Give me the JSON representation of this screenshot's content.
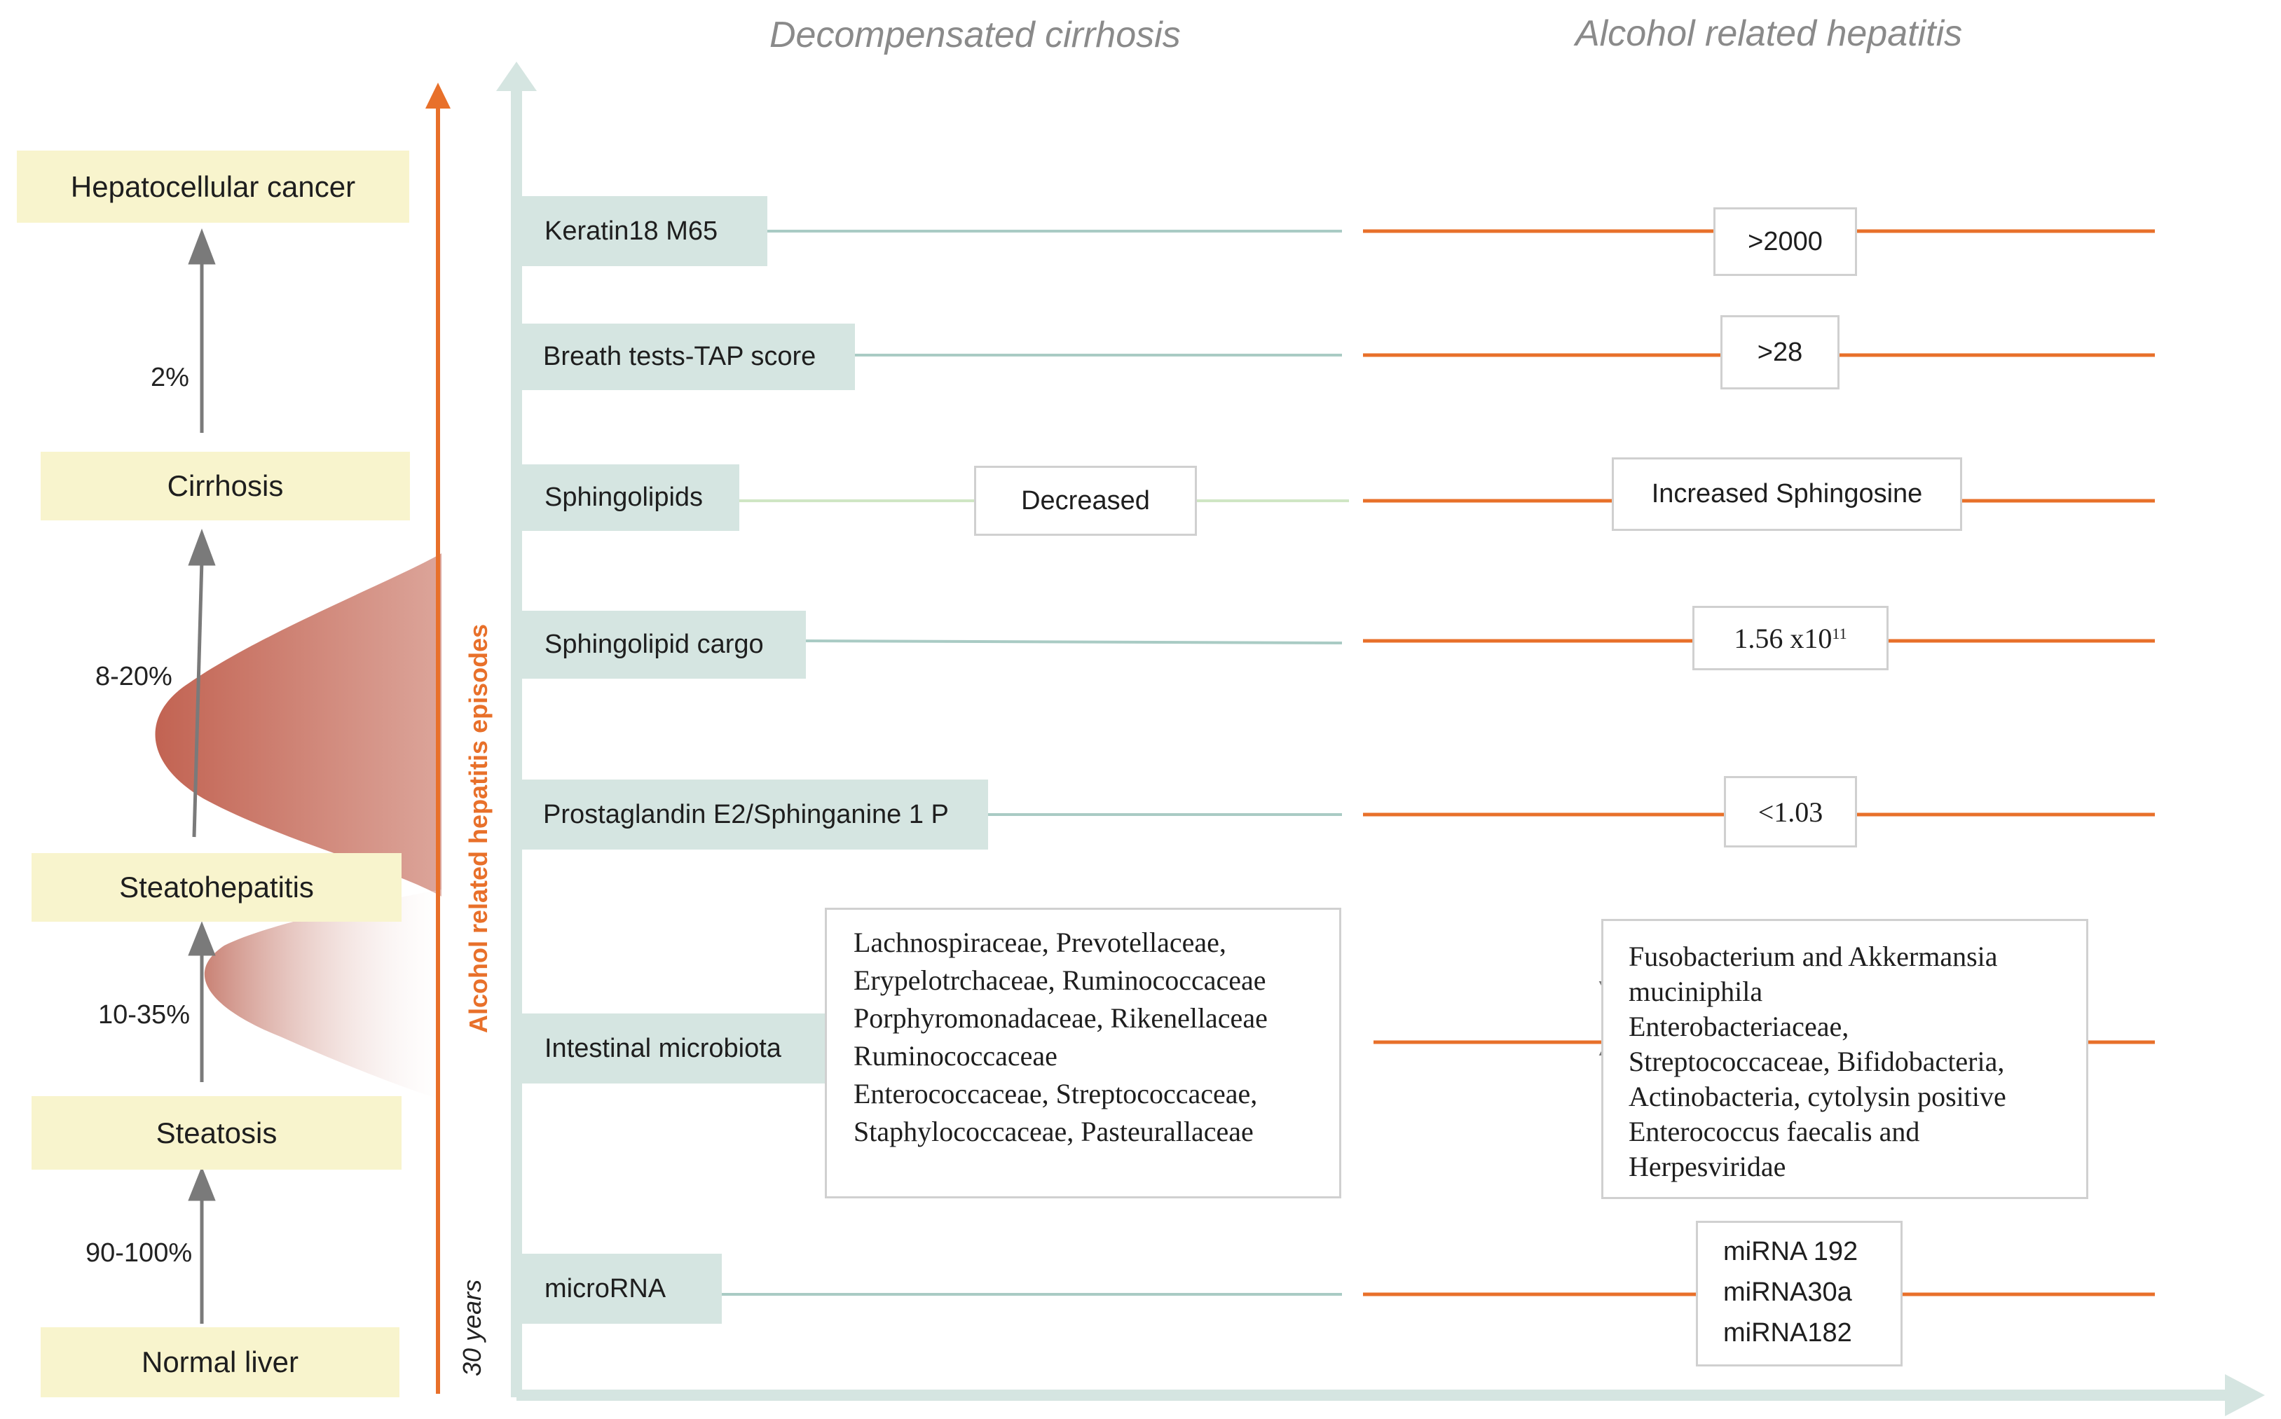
{
  "headers": {
    "decompensated": "Decompensated cirrhosis",
    "alcohol_hepatitis": "Alcohol related hepatitis"
  },
  "progression": {
    "stages": [
      "Hepatocellular cancer",
      "Cirrhosis",
      "Steatohepatitis",
      "Steatosis",
      "Normal liver"
    ],
    "percentages": [
      "2%",
      "8-20%",
      "10-35%",
      "90-100%"
    ]
  },
  "axis_labels": {
    "episodes": "Alcohol related hepatitis episodes",
    "years": "30 years"
  },
  "markers": [
    "Keratin18 M65",
    "Breath tests-TAP score",
    "Sphingolipids",
    "Sphingolipid cargo",
    "Prostaglandin E2/Sphinganine 1 P",
    "Intestinal microbiota",
    "microRNA"
  ],
  "decompensated_values": {
    "sphingolipids": "Decreased",
    "microbiota_decreased": [
      "Lachnospiraceae, Prevotellaceae,",
      "Erypelotrchaceae, Ruminococcaceae",
      "Porphyromonadaceae, Rikenellaceae",
      "Ruminococcaceae"
    ],
    "microbiota_increased": [
      "Enterococcaceae, Streptococcaceae,",
      "Staphylococcaceae, Pasteurallaceae"
    ]
  },
  "hepatitis_values": {
    "keratin": ">2000",
    "breath": ">28",
    "sphingolipids": "Increased Sphingosine",
    "cargo_base": "1.56 x10",
    "cargo_exp": "11",
    "prostaglandin": "<1.03",
    "microbiota_decreased": [
      "Fusobacterium and Akkermansia",
      "muciniphila"
    ],
    "microbiota_increased": [
      "Enterobacteriaceae,",
      "Streptococcaceae, Bifidobacteria,",
      "Actinobacteria, cytolysin positive",
      "Enterococcus faecalis and",
      "Herpesviridae"
    ],
    "mirna": [
      "miRNA 192",
      "miRNA30a",
      "miRNA182"
    ]
  },
  "colors": {
    "stage_fill": "#f8f4cd",
    "marker_fill": "#d5e5e1",
    "teal_line": "#a9cbc4",
    "orange": "#e8702a",
    "curve": "#c87060"
  }
}
